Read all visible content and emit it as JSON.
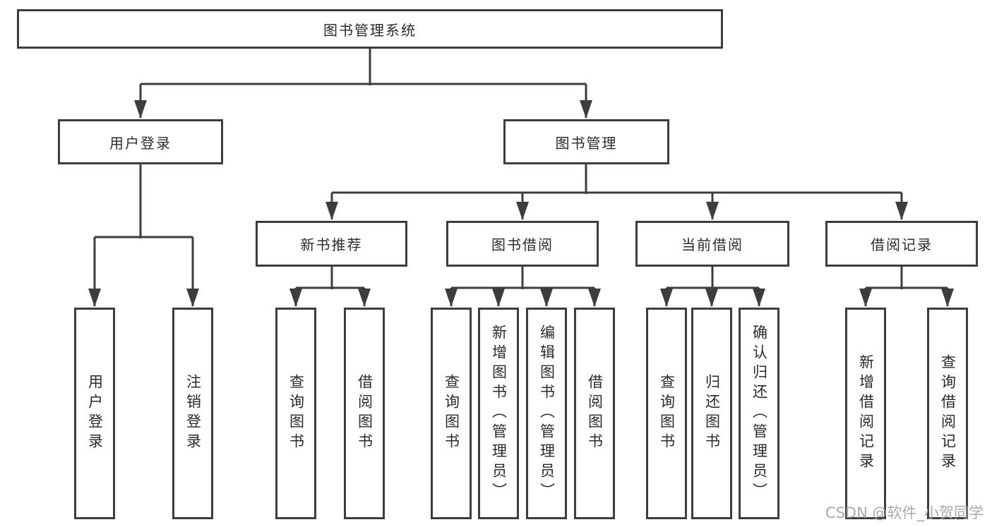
{
  "tree": {
    "root": "图书管理系统",
    "children": [
      {
        "label": "用户登录",
        "children": [
          {
            "label": "用户登录"
          },
          {
            "label": "注销登录"
          }
        ]
      },
      {
        "label": "图书管理",
        "children": [
          {
            "label": "新书推荐",
            "children": [
              {
                "label": "查询图书"
              },
              {
                "label": "借阅图书"
              }
            ]
          },
          {
            "label": "图书借阅",
            "children": [
              {
                "label": "查询图书"
              },
              {
                "label": "新增图书（管理员）"
              },
              {
                "label": "编辑图书（管理员）"
              },
              {
                "label": "借阅图书"
              }
            ]
          },
          {
            "label": "当前借阅",
            "children": [
              {
                "label": "查询图书"
              },
              {
                "label": "归还图书"
              },
              {
                "label": "确认归还（管理员）"
              }
            ]
          },
          {
            "label": "借阅记录",
            "children": [
              {
                "label": "新增借阅记录"
              },
              {
                "label": "查询借阅记录"
              }
            ]
          }
        ]
      }
    ]
  },
  "watermark": "CSDN @软件_小贺同学",
  "colors": {
    "line": "#3d3d3d",
    "text": "#2b2b2b",
    "watermark": "#a3a3a3",
    "background": "#ffffff"
  }
}
